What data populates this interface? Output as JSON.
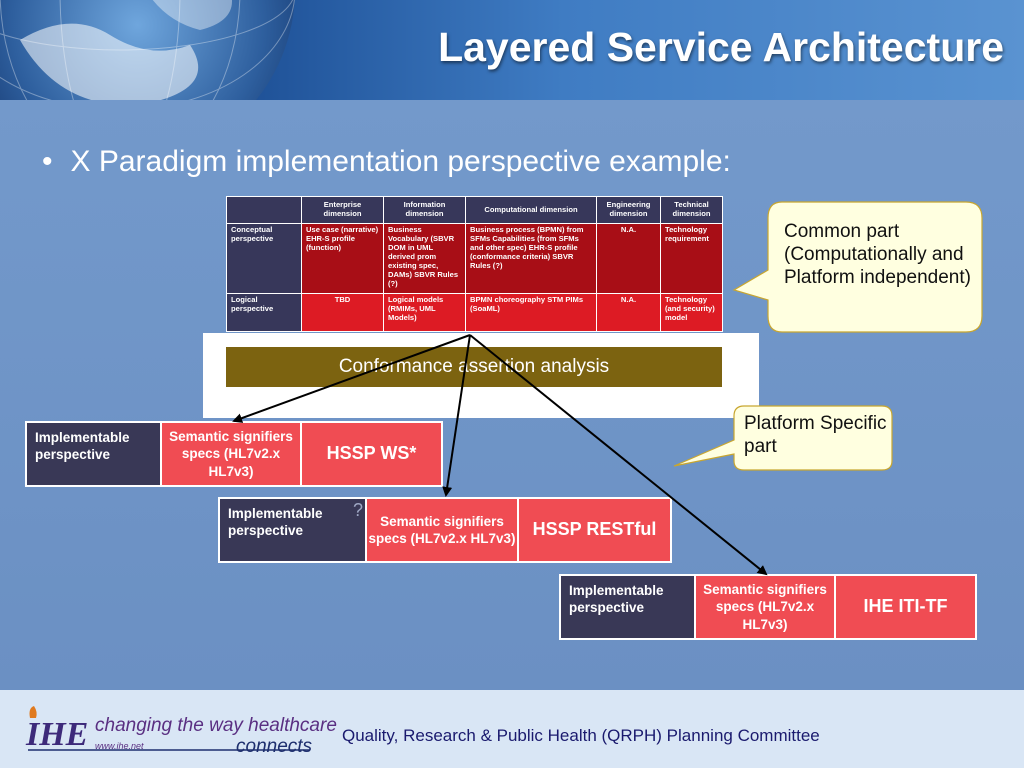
{
  "title": "Layered Service Architecture",
  "bullet": {
    "marker": "•",
    "text": "X Paradigm implementation perspective example:"
  },
  "matrix": {
    "headers": [
      "",
      "Enterprise dimension",
      "Information dimension",
      "Computational dimension",
      "Engineering dimension",
      "Technical dimension"
    ],
    "rows": [
      {
        "label": "Conceptual perspective",
        "cells": [
          "Use case (narrative) EHR-S profile (function)",
          "Business Vocabulary (SBVR DOM in UML derived prom existing spec, DAMs) SBVR Rules (?)",
          "Business process (BPMN) from SFMs Capabilities (from SFMs and other spec) EHR-S profile (conformance criteria) SBVR Rules (?)",
          "N.A.",
          "Technology requirement"
        ]
      },
      {
        "label": "Logical perspective",
        "cells": [
          "TBD",
          "Logical models (RMIMs, UML Models)",
          "BPMN choreography STM PIMs (SoaML)",
          "N.A.",
          "Technology (and security) model"
        ]
      }
    ]
  },
  "conformance_label": "Conformance assertion analysis",
  "callouts": {
    "common": "Common part (Computationally and Platform independent)",
    "platform": "Platform Specific part"
  },
  "impl_boxes": [
    {
      "perspective": "Implementable perspective",
      "semantic": "Semantic signifiers specs (HL7v2.x HL7v3)",
      "target": "HSSP WS*",
      "question": ""
    },
    {
      "perspective": "Implementable perspective",
      "semantic": "Semantic signifiers specs (HL7v2.x HL7v3)",
      "target": "HSSP RESTful",
      "question": "?"
    },
    {
      "perspective": "Implementable perspective",
      "semantic": "Semantic signifiers specs (HL7v2.x HL7v3)",
      "target": "IHE ITI-TF",
      "question": ""
    }
  ],
  "footer": {
    "logo_text": "IHE",
    "tagline_1": "changing the way healthcare",
    "tagline_2": "connects",
    "website": "www.ihe.net",
    "committee": "Quality, Research & Public Health (QRPH) Planning Committee"
  },
  "colors": {
    "header_dark": "#0f2d62",
    "body_blue": "#6f93c6",
    "table_header": "#37375a",
    "table_dark_red": "#a80e16",
    "table_red": "#dd1b24",
    "conformance_bar": "#7c6310",
    "impl_red": "#f04c53",
    "callout_fill": "#ffffe0",
    "footer_bg": "#d9e6f5"
  }
}
